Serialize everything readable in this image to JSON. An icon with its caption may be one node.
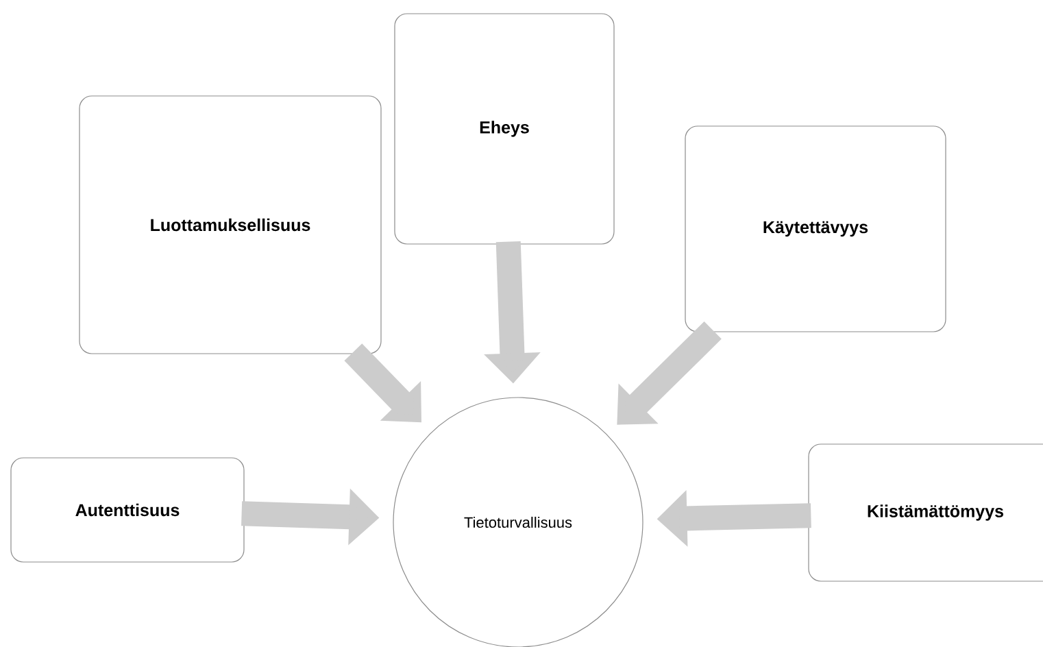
{
  "diagram": {
    "nodes": [
      {
        "text": [
          "Eheys"
        ]
      },
      {
        "text": [
          "Luottamuksellisuus"
        ]
      },
      {
        "text": [
          "Käytettävyys"
        ]
      },
      {
        "text": [
          "Autenttisuus"
        ]
      },
      {
        "text": [
          "Tietoturvallisuus"
        ]
      },
      {
        "text": [
          "Kiistämättömyys"
        ]
      }
    ],
    "edges": [
      {
        "from": 0,
        "to": 4,
        "arrow": "to"
      },
      {
        "from": 1,
        "to": 4,
        "arrow": "to"
      },
      {
        "from": 2,
        "to": 4,
        "arrow": "to"
      },
      {
        "from": 3,
        "to": 4,
        "arrow": "to"
      },
      {
        "from": 5,
        "to": 4,
        "arrow": "to"
      }
    ]
  }
}
